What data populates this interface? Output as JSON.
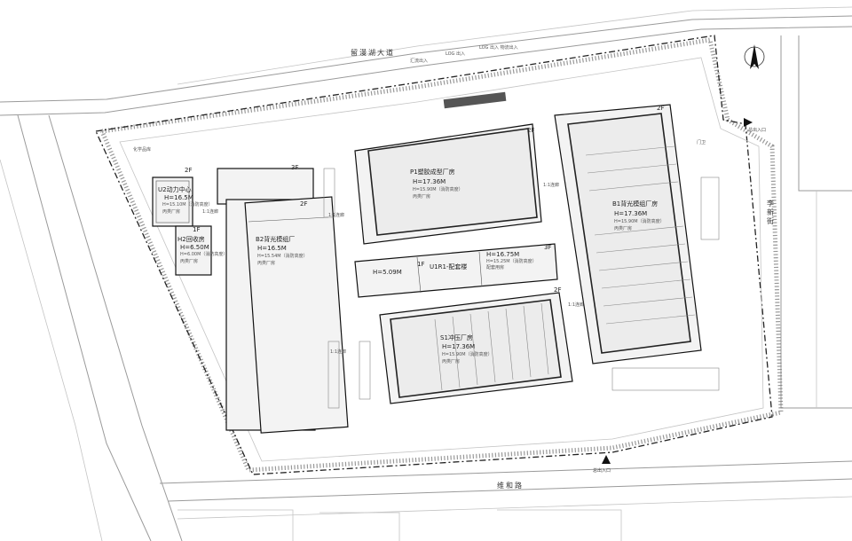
{
  "roads": {
    "north": "留漫湖大道",
    "south": "维和路",
    "east": "李新街"
  },
  "entrances": {
    "east": "总出入口",
    "south": "总出入口"
  },
  "small_labels": {
    "guard_house": "化学品库",
    "gate_house": "门卫",
    "north_gate_1": "汇流出入",
    "north_gate_2": "LOG 出入",
    "north_gate_3": "LOG 出入 物流出入"
  },
  "buildings": {
    "u2": {
      "name": "U2动力中心",
      "height": "H=16.5M",
      "sub": "H=15.10M（消防高度）",
      "cat": "丙类厂房",
      "floors": "2F"
    },
    "h2": {
      "name": "H2回收房",
      "height": "H=6.50M",
      "sub": "H=6.00M（消防高度）",
      "cat": "丙类厂房",
      "floors": "1F"
    },
    "b2": {
      "name": "B2背光模组厂",
      "height": "H=16.5M",
      "sub": "H=15.54M（消防高度）",
      "cat": "丙类厂房",
      "floors_top": "3F",
      "floors": "2F"
    },
    "p1": {
      "name": "P1塑胶成型厂房",
      "height": "H=17.36M",
      "sub": "H=15.90M（消防高度）",
      "cat": "丙类厂房",
      "floors": "2F"
    },
    "b1": {
      "name": "B1背光模组厂房",
      "height": "H=17.36M",
      "sub": "H=15.90M（消防高度）",
      "cat": "丙类厂房",
      "floors": "2F"
    },
    "u1r1": {
      "name": "U1R1-配套楼",
      "height_left": "H=5.09M",
      "floors_left": "1F",
      "height": "H=16.75M",
      "sub": "H=15.25M（消防高度）",
      "cat": "配套用房",
      "floors": "3F"
    },
    "s1": {
      "name": "S1冲压厂房",
      "height": "H=17.36M",
      "sub": "H=15.90M（消防高度）",
      "cat": "丙类厂房",
      "floors": "2F"
    }
  },
  "annotations": {
    "lane_a": "1:1连廊",
    "lane_b": "1:1连廊",
    "lane_c": "1:1连廊",
    "lane_d": "1:1连廊",
    "corridor": "1:1连廊"
  }
}
